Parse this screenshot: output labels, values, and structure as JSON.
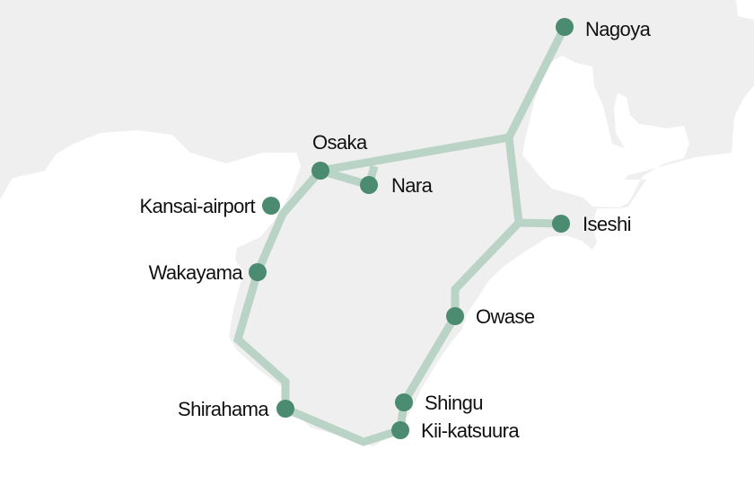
{
  "map": {
    "colors": {
      "land": "#efefef",
      "sea": "#ffffff",
      "route": "#bad3c7",
      "station": "#4a8b72",
      "label": "#111111"
    },
    "stations": {
      "nagoya": "Nagoya",
      "osaka": "Osaka",
      "nara": "Nara",
      "kansai_airport": "Kansai-airport",
      "wakayama": "Wakayama",
      "iseshi": "Iseshi",
      "owase": "Owase",
      "shirahama": "Shirahama",
      "shingu": "Shingu",
      "kii_katsuura": "Kii-katsuura"
    }
  }
}
